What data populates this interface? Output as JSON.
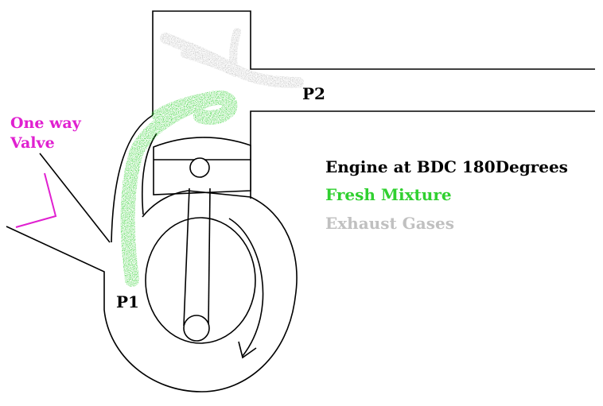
{
  "labels": {
    "one_way_line1": "One way",
    "one_way_line2": "Valve",
    "p1": "P1",
    "p2": "P2"
  },
  "legend": {
    "state": "Engine at BDC 180Degrees",
    "fresh": "Fresh Mixture",
    "exhaust": "Exhaust Gases"
  },
  "colors": {
    "outline": "#000000",
    "valve_label": "#e020d0",
    "fresh_mixture": "#30d030",
    "exhaust_gases": "#c0c0c0",
    "background": "#ffffff"
  }
}
